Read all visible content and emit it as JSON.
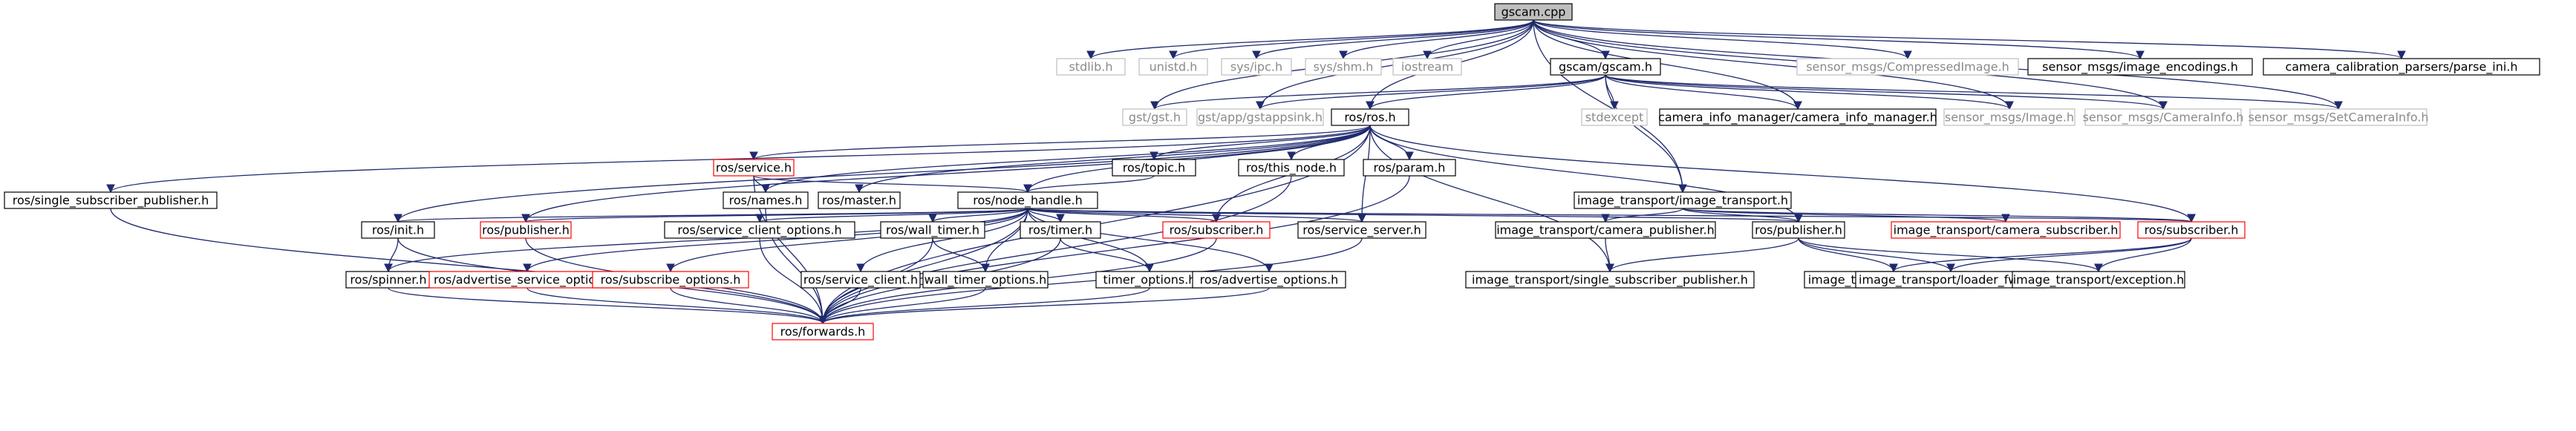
{
  "colors": {
    "edge": "#1f2a6e",
    "box_normal": "#000000",
    "box_link": "#ff0000",
    "box_external": "#bfbfbf",
    "text_normal": "#000000",
    "text_external": "#8a8a8a",
    "root_fill": "#bfbfbf"
  },
  "nodes": {
    "gscam_cpp": {
      "label": "gscam.cpp",
      "style": "root"
    },
    "stdlib": {
      "label": "stdlib.h",
      "style": "external"
    },
    "unistd": {
      "label": "unistd.h",
      "style": "external"
    },
    "sys_ipc": {
      "label": "sys/ipc.h",
      "style": "external"
    },
    "sys_shm": {
      "label": "sys/shm.h",
      "style": "external"
    },
    "iostream": {
      "label": "iostream",
      "style": "external"
    },
    "gscam_h": {
      "label": "gscam/gscam.h",
      "style": "normal"
    },
    "compressed_image": {
      "label": "sensor_msgs/CompressedImage.h",
      "style": "external"
    },
    "image_encodings": {
      "label": "sensor_msgs/image_encodings.h",
      "style": "normal"
    },
    "calib_parsers": {
      "label": "camera_calibration_parsers/parse_ini.h",
      "style": "normal"
    },
    "gst_gst": {
      "label": "gst/gst.h",
      "style": "external"
    },
    "gst_appsink": {
      "label": "gst/app/gstappsink.h",
      "style": "external"
    },
    "ros_ros": {
      "label": "ros/ros.h",
      "style": "normal"
    },
    "stdexcept": {
      "label": "stdexcept",
      "style": "external"
    },
    "cinfo_manager": {
      "label": "camera_info_manager/camera_info_manager.h",
      "style": "normal"
    },
    "sensor_image": {
      "label": "sensor_msgs/Image.h",
      "style": "external"
    },
    "sensor_camerainfo": {
      "label": "sensor_msgs/CameraInfo.h",
      "style": "external"
    },
    "sensor_setcamerainfo": {
      "label": "sensor_msgs/SetCameraInfo.h",
      "style": "external"
    },
    "single_sub_pub": {
      "label": "ros/single_subscriber_publisher.h",
      "style": "normal"
    },
    "ros_service": {
      "label": "ros/service.h",
      "style": "link"
    },
    "ros_names": {
      "label": "ros/names.h",
      "style": "normal"
    },
    "ros_master": {
      "label": "ros/master.h",
      "style": "normal"
    },
    "ros_topic": {
      "label": "ros/topic.h",
      "style": "normal"
    },
    "ros_this_node": {
      "label": "ros/this_node.h",
      "style": "normal"
    },
    "ros_param": {
      "label": "ros/param.h",
      "style": "normal"
    },
    "it_image_transport": {
      "label": "image_transport/image_transport.h",
      "style": "normal"
    },
    "ros_node_handle": {
      "label": "ros/node_handle.h",
      "style": "normal"
    },
    "ros_init": {
      "label": "ros/init.h",
      "style": "normal"
    },
    "ros_publisher": {
      "label": "ros/publisher.h",
      "style": "link"
    },
    "ros_service_client_options": {
      "label": "ros/service_client_options.h",
      "style": "normal"
    },
    "ros_wall_timer": {
      "label": "ros/wall_timer.h",
      "style": "normal"
    },
    "ros_timer": {
      "label": "ros/timer.h",
      "style": "normal"
    },
    "ros_subscriber_mid": {
      "label": "ros/subscriber.h",
      "style": "link"
    },
    "ros_service_server": {
      "label": "ros/service_server.h",
      "style": "normal"
    },
    "it_camera_publisher": {
      "label": "image_transport/camera_publisher.h",
      "style": "normal"
    },
    "it_publisher": {
      "label": "ros/publisher.h",
      "style": "normal"
    },
    "it_camera_subscriber": {
      "label": "image_transport/camera_subscriber.h",
      "style": "link"
    },
    "ros_subscriber_right": {
      "label": "ros/subscriber.h",
      "style": "link"
    },
    "ros_spinner": {
      "label": "ros/spinner.h",
      "style": "normal"
    },
    "ros_advertise_service_options": {
      "label": "ros/advertise_service_options.h",
      "style": "link"
    },
    "ros_subscribe_options": {
      "label": "ros/subscribe_options.h",
      "style": "link"
    },
    "ros_service_client": {
      "label": "ros/service_client.h",
      "style": "normal"
    },
    "wall_timer_options": {
      "label": "wall_timer_options.h",
      "style": "normal"
    },
    "timer_options": {
      "label": "timer_options.h",
      "style": "normal"
    },
    "ros_advertise_options": {
      "label": "ros/advertise_options.h",
      "style": "normal"
    },
    "it_single_sub_pub": {
      "label": "image_transport/single_subscriber_publisher.h",
      "style": "normal"
    },
    "it_exception": {
      "label": "image_transport/exception.h",
      "style": "normal"
    },
    "it_loader_fwds": {
      "label": "image_transport/loader_fwds.h",
      "style": "normal"
    },
    "it_exception2": {
      "label": "image_transport/exception.h",
      "style": "normal"
    },
    "ros_forwards": {
      "label": "ros/forwards.h",
      "style": "link"
    }
  },
  "edges": [
    [
      "gscam_cpp",
      "stdlib"
    ],
    [
      "gscam_cpp",
      "unistd"
    ],
    [
      "gscam_cpp",
      "sys_ipc"
    ],
    [
      "gscam_cpp",
      "sys_shm"
    ],
    [
      "gscam_cpp",
      "iostream"
    ],
    [
      "gscam_cpp",
      "gscam_h"
    ],
    [
      "gscam_cpp",
      "compressed_image"
    ],
    [
      "gscam_cpp",
      "image_encodings"
    ],
    [
      "gscam_cpp",
      "calib_parsers"
    ],
    [
      "gscam_cpp",
      "gst_gst"
    ],
    [
      "gscam_cpp",
      "gst_appsink"
    ],
    [
      "gscam_cpp",
      "ros_ros"
    ],
    [
      "gscam_cpp",
      "cinfo_manager"
    ],
    [
      "gscam_cpp",
      "sensor_image"
    ],
    [
      "gscam_cpp",
      "sensor_camerainfo"
    ],
    [
      "gscam_cpp",
      "sensor_setcamerainfo"
    ],
    [
      "gscam_cpp",
      "it_image_transport"
    ],
    [
      "gscam_h",
      "gst_gst"
    ],
    [
      "gscam_h",
      "gst_appsink"
    ],
    [
      "gscam_h",
      "ros_ros"
    ],
    [
      "gscam_h",
      "stdexcept"
    ],
    [
      "gscam_h",
      "cinfo_manager"
    ],
    [
      "gscam_h",
      "sensor_image"
    ],
    [
      "gscam_h",
      "sensor_camerainfo"
    ],
    [
      "gscam_h",
      "sensor_setcamerainfo"
    ],
    [
      "gscam_h",
      "it_image_transport"
    ],
    [
      "ros_ros",
      "ros_service"
    ],
    [
      "ros_ros",
      "ros_names"
    ],
    [
      "ros_ros",
      "ros_master"
    ],
    [
      "ros_ros",
      "ros_topic"
    ],
    [
      "ros_ros",
      "ros_this_node"
    ],
    [
      "ros_ros",
      "ros_param"
    ],
    [
      "ros_ros",
      "ros_node_handle"
    ],
    [
      "ros_ros",
      "ros_init"
    ],
    [
      "ros_ros",
      "ros_publisher"
    ],
    [
      "ros_ros",
      "ros_subscriber_mid"
    ],
    [
      "ros_ros",
      "ros_service_server"
    ],
    [
      "ros_ros",
      "single_sub_pub"
    ],
    [
      "ros_ros",
      "it_publisher"
    ],
    [
      "ros_ros",
      "ros_subscriber_right"
    ],
    [
      "ros_ros",
      "it_single_sub_pub"
    ],
    [
      "ros_ros",
      "ros_forwards"
    ],
    [
      "ros_service",
      "ros_names"
    ],
    [
      "ros_service",
      "ros_node_handle"
    ],
    [
      "ros_service",
      "ros_forwards"
    ],
    [
      "ros_topic",
      "ros_node_handle"
    ],
    [
      "ros_names",
      "ros_forwards"
    ],
    [
      "ros_this_node",
      "ros_forwards"
    ],
    [
      "ros_param",
      "ros_forwards"
    ],
    [
      "single_sub_pub",
      "ros_forwards"
    ],
    [
      "it_image_transport",
      "it_camera_publisher"
    ],
    [
      "it_image_transport",
      "it_publisher"
    ],
    [
      "it_image_transport",
      "it_camera_subscriber"
    ],
    [
      "it_image_transport",
      "ros_subscriber_right"
    ],
    [
      "ros_node_handle",
      "ros_init"
    ],
    [
      "ros_node_handle",
      "ros_publisher"
    ],
    [
      "ros_node_handle",
      "ros_service_client_options"
    ],
    [
      "ros_node_handle",
      "ros_wall_timer"
    ],
    [
      "ros_node_handle",
      "ros_timer"
    ],
    [
      "ros_node_handle",
      "ros_subscriber_mid"
    ],
    [
      "ros_node_handle",
      "ros_service_server"
    ],
    [
      "ros_node_handle",
      "it_publisher"
    ],
    [
      "ros_node_handle",
      "ros_subscriber_right"
    ],
    [
      "ros_node_handle",
      "ros_spinner"
    ],
    [
      "ros_node_handle",
      "ros_advertise_service_options"
    ],
    [
      "ros_node_handle",
      "ros_subscribe_options"
    ],
    [
      "ros_node_handle",
      "ros_service_client"
    ],
    [
      "ros_node_handle",
      "wall_timer_options"
    ],
    [
      "ros_node_handle",
      "timer_options"
    ],
    [
      "ros_node_handle",
      "ros_advertise_options"
    ],
    [
      "ros_node_handle",
      "ros_forwards"
    ],
    [
      "ros_init",
      "ros_spinner"
    ],
    [
      "ros_init",
      "ros_forwards"
    ],
    [
      "ros_publisher",
      "ros_forwards"
    ],
    [
      "ros_service_client_options",
      "ros_forwards"
    ],
    [
      "ros_wall_timer",
      "wall_timer_options"
    ],
    [
      "ros_wall_timer",
      "ros_forwards"
    ],
    [
      "ros_timer",
      "timer_options"
    ],
    [
      "ros_timer",
      "ros_forwards"
    ],
    [
      "ros_subscriber_mid",
      "ros_forwards"
    ],
    [
      "ros_service_server",
      "ros_forwards"
    ],
    [
      "ros_spinner",
      "ros_forwards"
    ],
    [
      "ros_advertise_service_options",
      "ros_forwards"
    ],
    [
      "ros_subscribe_options",
      "ros_forwards"
    ],
    [
      "ros_service_client",
      "ros_forwards"
    ],
    [
      "wall_timer_options",
      "ros_forwards"
    ],
    [
      "timer_options",
      "ros_forwards"
    ],
    [
      "ros_advertise_options",
      "ros_forwards"
    ],
    [
      "it_camera_publisher",
      "it_single_sub_pub"
    ],
    [
      "it_publisher",
      "it_single_sub_pub"
    ],
    [
      "it_publisher",
      "it_exception"
    ],
    [
      "it_publisher",
      "it_loader_fwds"
    ],
    [
      "it_publisher",
      "it_exception2"
    ],
    [
      "ros_subscriber_right",
      "it_exception"
    ],
    [
      "ros_subscriber_right",
      "it_loader_fwds"
    ],
    [
      "ros_subscriber_right",
      "it_exception2"
    ]
  ]
}
